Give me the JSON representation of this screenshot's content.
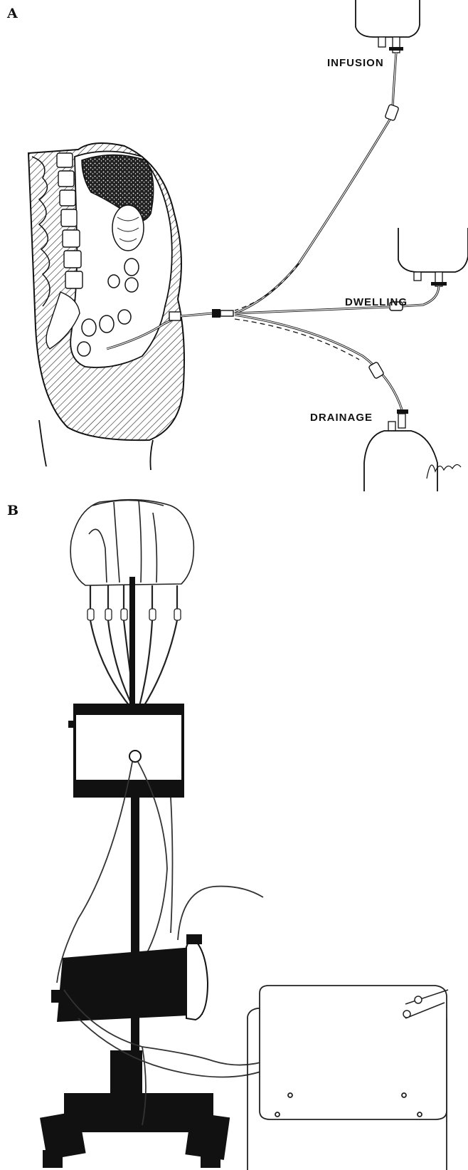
{
  "panel_a": {
    "letter": "A",
    "labels": {
      "infusion": "INFUSION",
      "dwelling": "DWELLING",
      "drainage": "DRAINAGE"
    }
  },
  "panel_b": {
    "letter": "B"
  }
}
